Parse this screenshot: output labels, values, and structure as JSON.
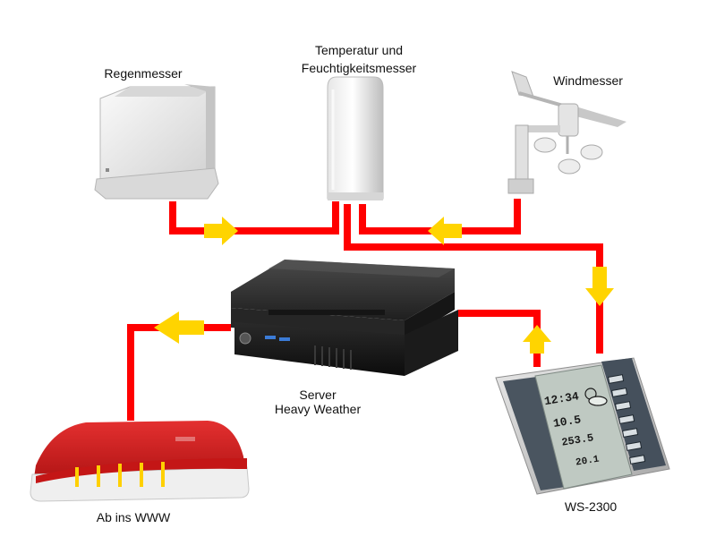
{
  "labels": {
    "rain": "Regenmesser",
    "temp_line1": "Temperatur und",
    "temp_line2": "Feuchtigkeitsmesser",
    "wind": "Windmesser",
    "server_line1": "Server",
    "server_line2": "Heavy Weather",
    "router": "Ab ins WWW",
    "station": "WS-2300"
  },
  "station_display": {
    "time": "12:34",
    "temp": "10.5",
    "pressure": "253.5",
    "small": "20.1"
  },
  "colors": {
    "cable": "#ff0000",
    "arrow": "#ffd400"
  }
}
